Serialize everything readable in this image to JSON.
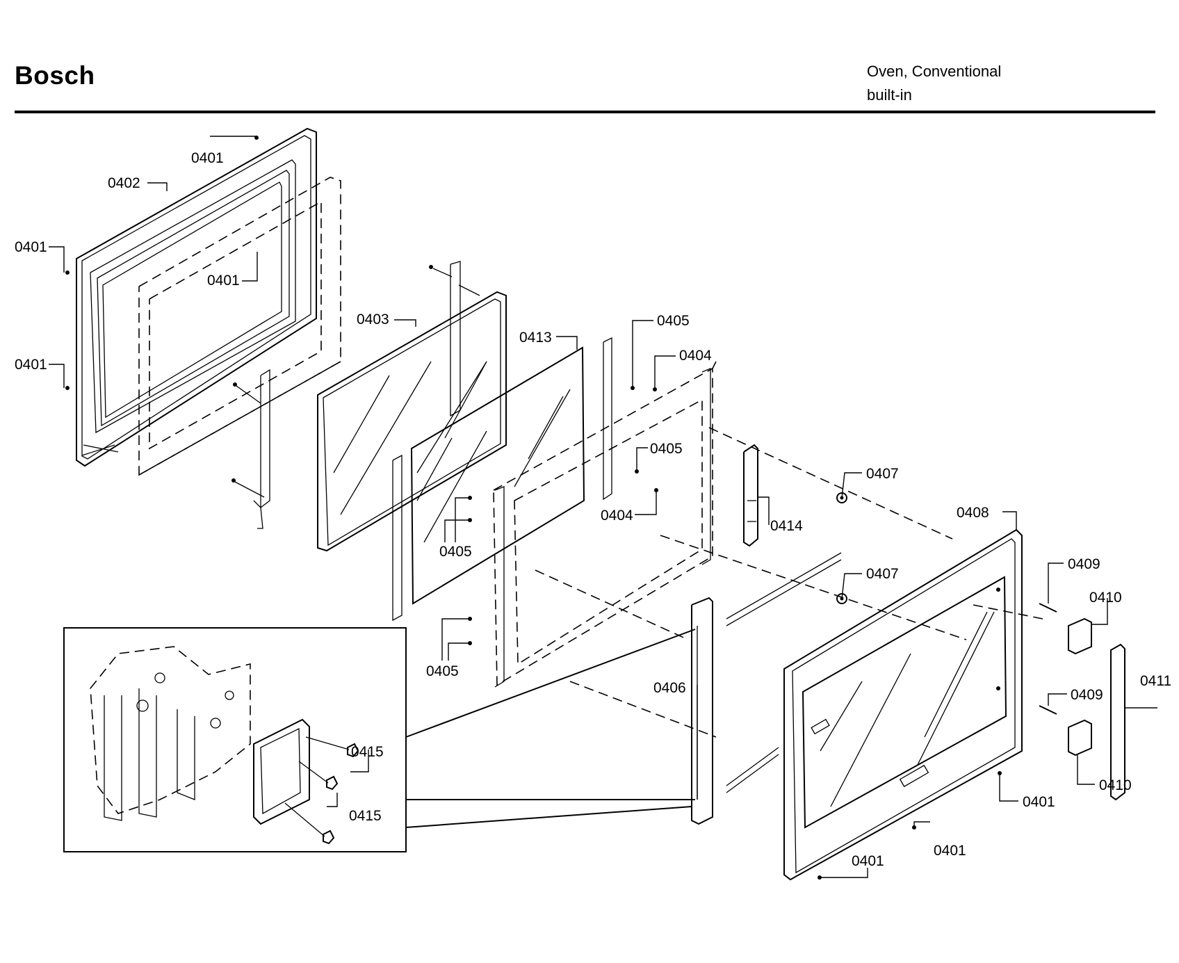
{
  "header": {
    "brand": "Bosch",
    "product_line1": "Oven, Conventional",
    "product_line2": "built-in"
  },
  "callouts": {
    "c0401_top": "0401",
    "c0402": "0402",
    "c0401_left_upper": "0401",
    "c0401_inner": "0401",
    "c0401_left_lower": "0401",
    "c0403": "0403",
    "c0413": "0413",
    "c0405_top": "0405",
    "c0404_top": "0404",
    "c0405_mid": "0405",
    "c0404_mid": "0404",
    "c0414": "0414",
    "c0405_left": "0405",
    "c0405_low": "0405",
    "c0407_top": "0407",
    "c0407_low": "0407",
    "c0408": "0408",
    "c0409_top": "0409",
    "c0410_top": "0410",
    "c0411": "0411",
    "c0409_low": "0409",
    "c0410_low": "0410",
    "c0406": "0406",
    "c0415_top": "0415",
    "c0415_low": "0415",
    "c0401_front_right": "0401",
    "c0401_front_mid": "0401",
    "c0401_front_left": "0401"
  }
}
